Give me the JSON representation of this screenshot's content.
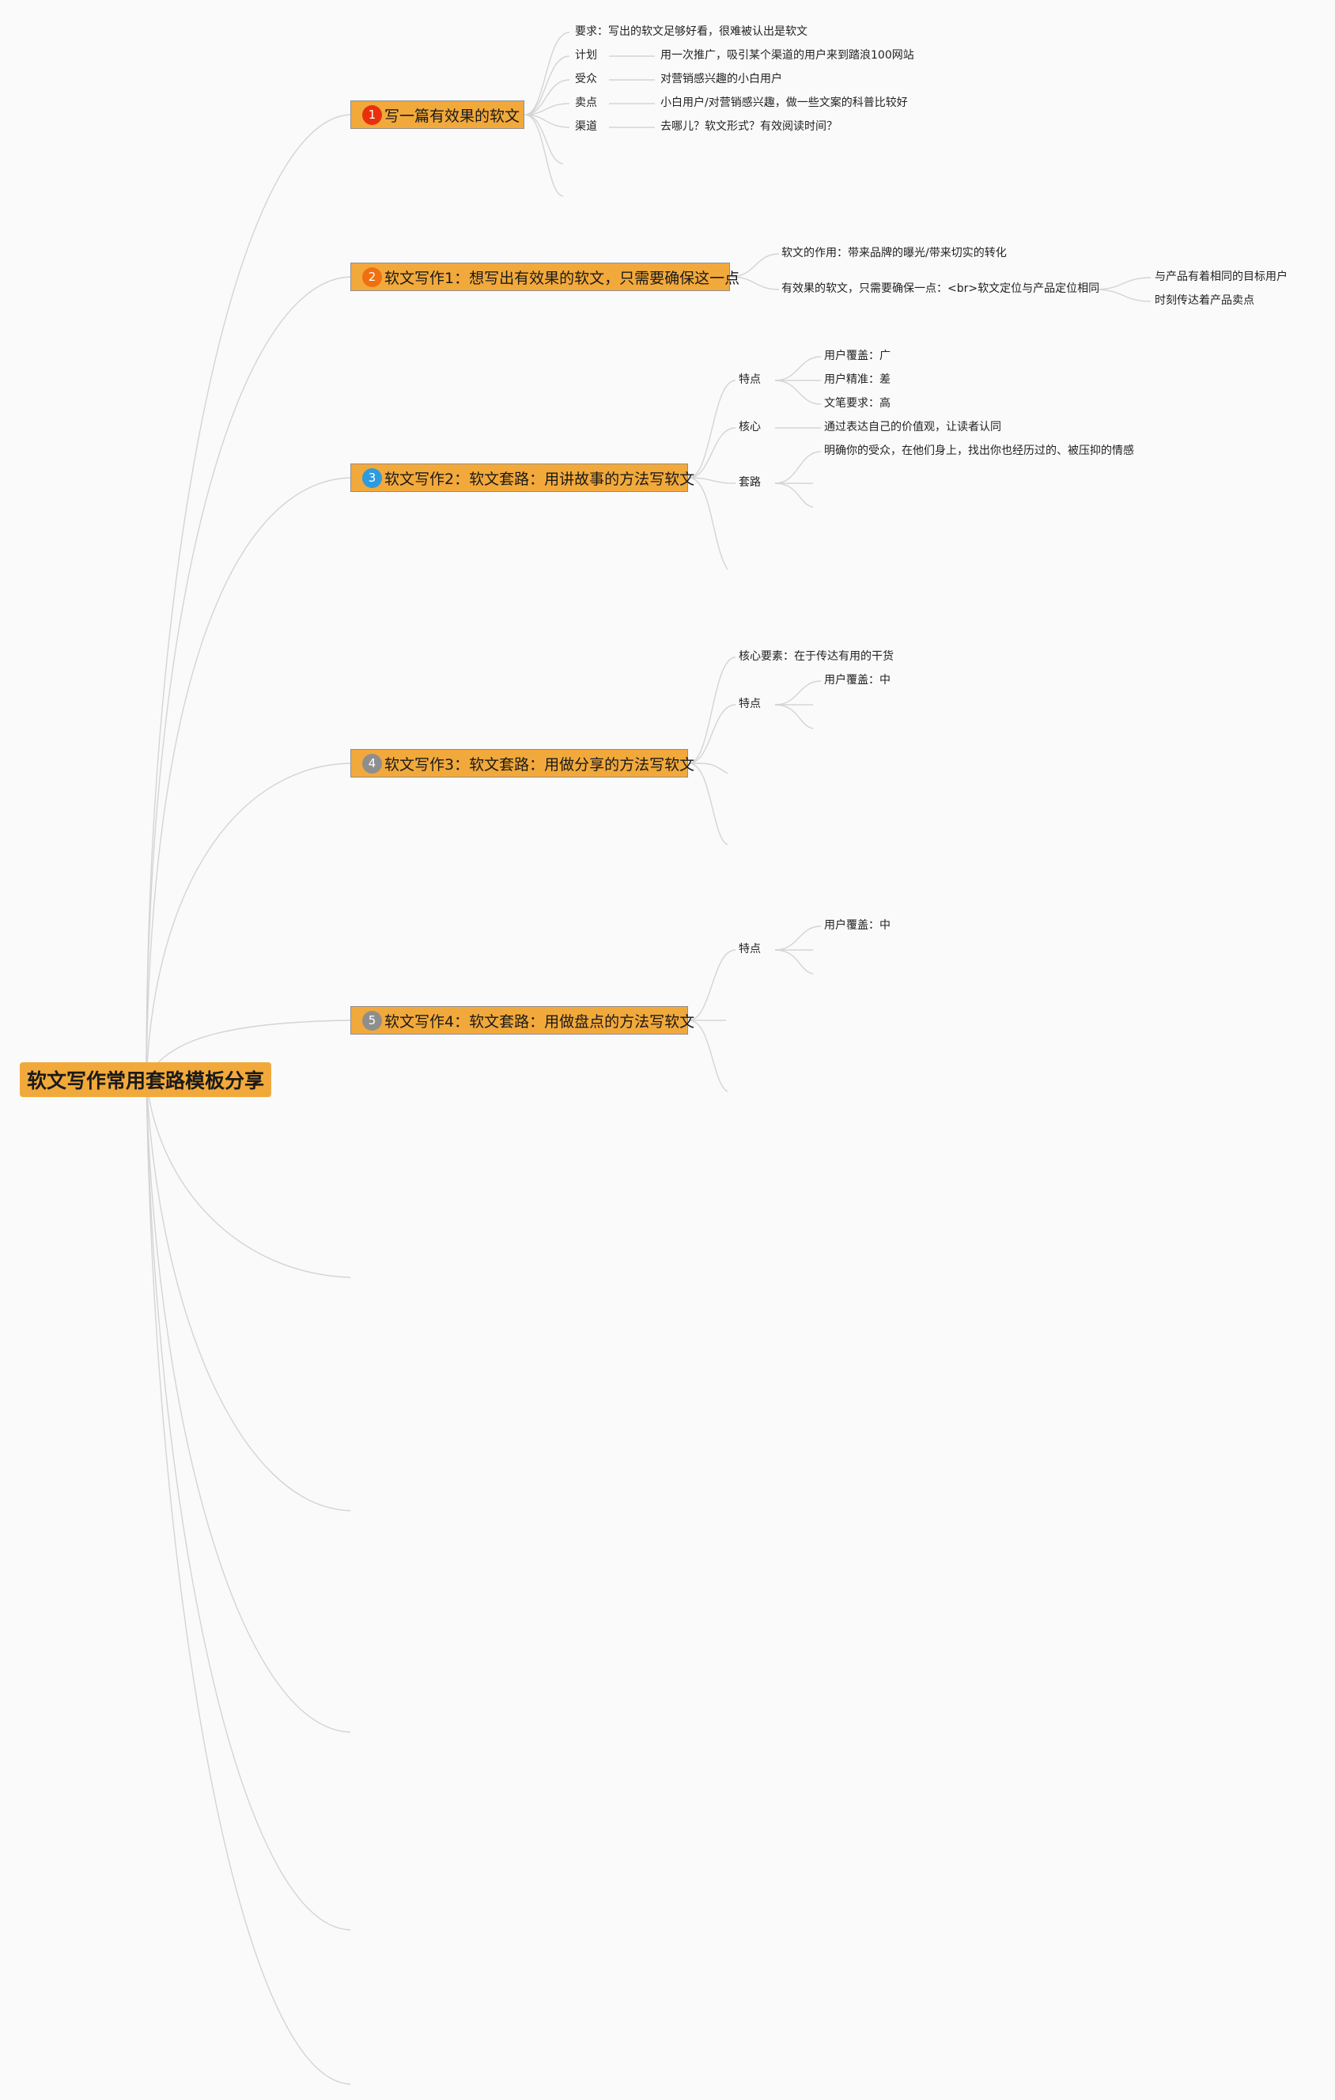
{
  "root": "软文写作常用套路模板分享",
  "colors": {
    "branch_fill": "#f2a93b",
    "badge_1": "#e8300e",
    "badge_2": "#ee7010",
    "badge_3": "#2d9be0",
    "badge_4": "#8e8e8e",
    "badge_5": "#8e8e8e"
  },
  "branches": [
    {
      "num": "1",
      "label": "写一篇有效果的软文",
      "items": [
        {
          "label": "要求：写出的软文足够好看，很难被认出是软文"
        },
        {
          "label": "计划",
          "detail": "用一次推广，吸引某个渠道的用户来到踏浪100网站"
        },
        {
          "label": "受众",
          "detail": "对营销感兴趣的小白用户"
        },
        {
          "label": "卖点",
          "detail": "小白用户/对营销感兴趣，做一些文案的科普比较好"
        },
        {
          "label": "渠道",
          "detail": "去哪儿？软文形式？有效阅读时间？"
        }
      ]
    },
    {
      "num": "2",
      "label": "软文写作1：想写出有效果的软文，只需要确保这一点",
      "items": [
        {
          "label": "软文的作用：带来品牌的曝光/带来切实的转化"
        },
        {
          "label": "有效果的软文，只需要确保一点：<br>软文定位与产品定位相同",
          "subs": [
            "与产品有着相同的目标用户",
            "时刻传达着产品卖点"
          ]
        }
      ]
    },
    {
      "num": "3",
      "label": "软文写作2：软文套路：用讲故事的方法写软文",
      "items": [
        {
          "label": "特点",
          "subs": [
            "用户覆盖：广",
            "用户精准：差",
            "文笔要求：高"
          ]
        },
        {
          "label": "核心",
          "subs": [
            "通过表达自己的价值观，让读者认同"
          ]
        },
        {
          "label": "套路",
          "subs": [
            "明确你的受众，在他们身上，找出你也经历过的、被压抑的情感"
          ]
        }
      ]
    },
    {
      "num": "4",
      "label": "软文写作3：软文套路：用做分享的方法写软文",
      "items": [
        {
          "label": "核心要素：在于传达有用的干货"
        },
        {
          "label": "特点",
          "subs": [
            "用户覆盖：中"
          ]
        }
      ]
    },
    {
      "num": "5",
      "label": "软文写作4：软文套路：用做盘点的方法写软文",
      "items": [
        {
          "label": "特点",
          "subs": [
            "用户覆盖：中"
          ]
        }
      ]
    }
  ]
}
